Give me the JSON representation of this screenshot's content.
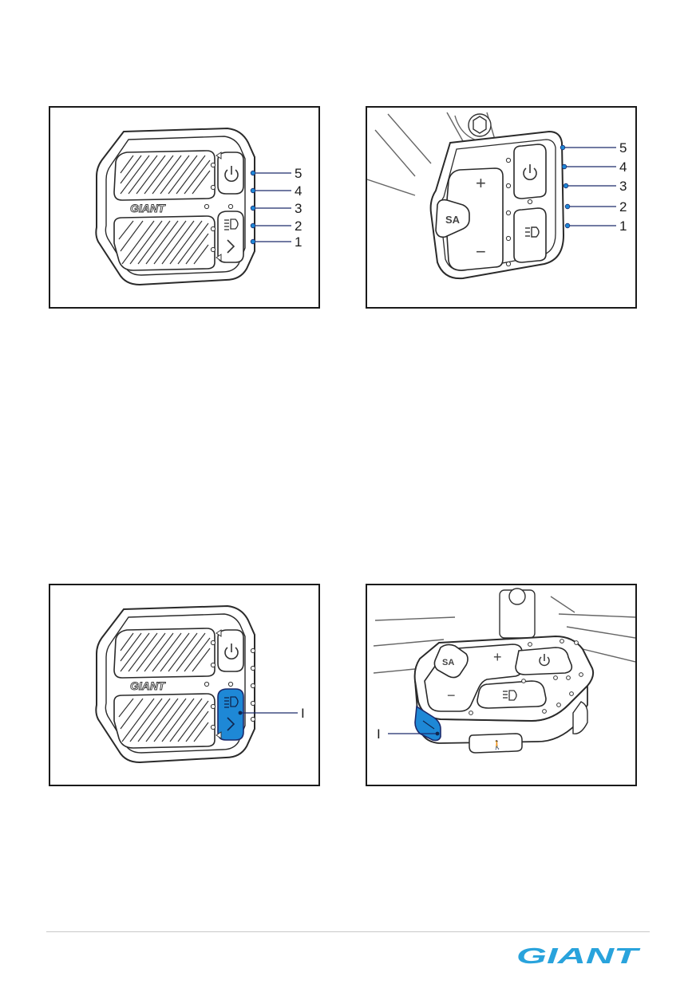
{
  "figures": {
    "a": {
      "callouts": [
        "5",
        "4",
        "3",
        "2",
        "1"
      ],
      "device_brand": "GIANT"
    },
    "b": {
      "callouts": [
        "5",
        "4",
        "3",
        "2",
        "1"
      ],
      "button_labels": {
        "plus": "+",
        "minus": "−",
        "sa": "SA"
      }
    },
    "c": {
      "callouts": [
        "I"
      ],
      "device_brand": "GIANT"
    },
    "d": {
      "callouts": [
        "I"
      ],
      "button_labels": {
        "plus": "+",
        "minus": "−",
        "sa": "SA"
      }
    }
  },
  "footer": {
    "logo": "GIANT"
  },
  "colors": {
    "accent_blue": "#1e88d6",
    "callout_line": "#1c2a6b",
    "logo_blue": "#29a3dc",
    "outline": "#2a2a2a"
  }
}
